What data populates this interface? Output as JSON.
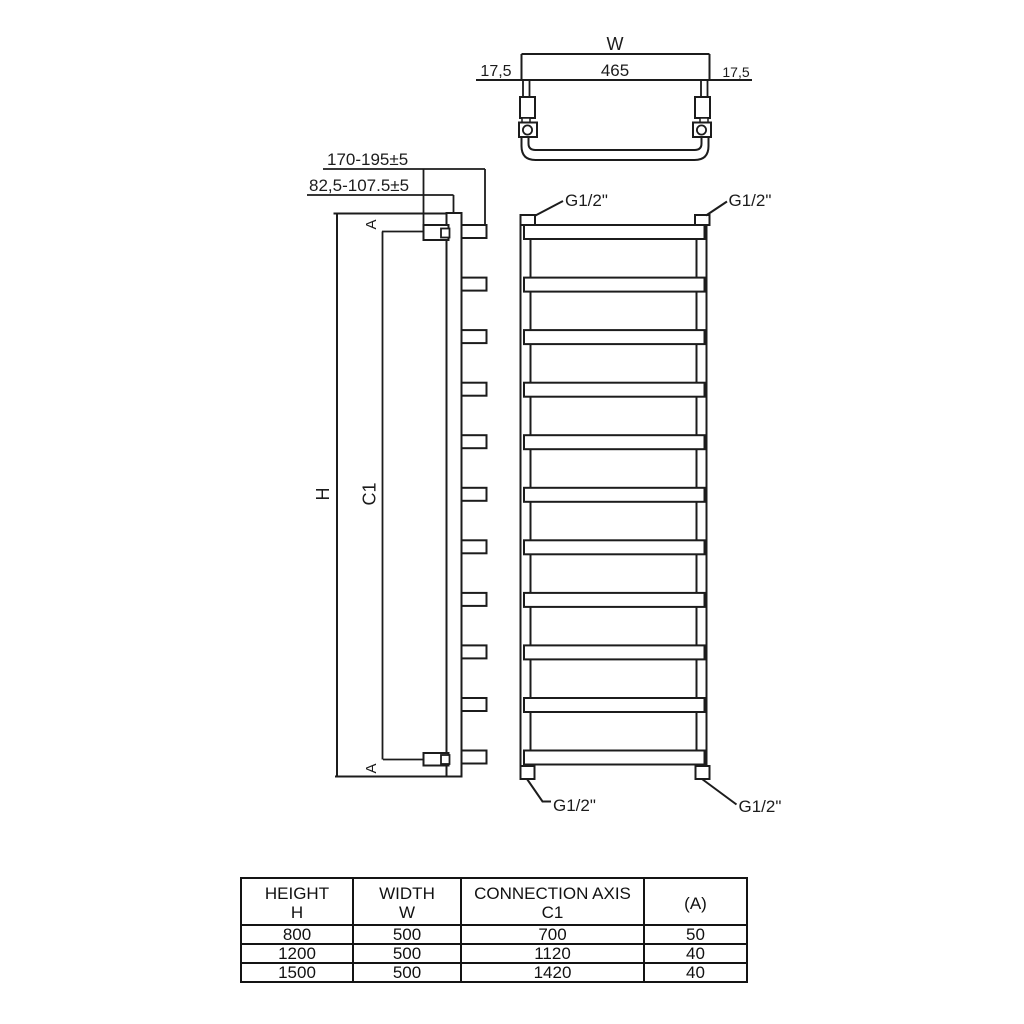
{
  "drawing": {
    "top_view": {
      "width_label": "W",
      "inner_width": "465",
      "margin_left": "17,5",
      "margin_right": "17,5"
    },
    "side_view": {
      "wall_distance_range": "170-195±5",
      "axis_distance_range": "82,5-107.5±5",
      "height_label": "H",
      "connection_axis_label": "C1",
      "axis_marker": "A"
    },
    "front_view": {
      "thread_label": "G1/2\"",
      "crossbar_count": 11
    }
  },
  "table": {
    "headers": [
      {
        "line1": "HEIGHT",
        "line2": "H"
      },
      {
        "line1": "WIDTH",
        "line2": "W"
      },
      {
        "line1": "CONNECTION AXIS",
        "line2": "C1"
      },
      {
        "line1": "(A)",
        "line2": ""
      }
    ],
    "rows": [
      [
        "800",
        "500",
        "700",
        "50"
      ],
      [
        "1200",
        "500",
        "1120",
        "40"
      ],
      [
        "1500",
        "500",
        "1420",
        "40"
      ]
    ]
  }
}
